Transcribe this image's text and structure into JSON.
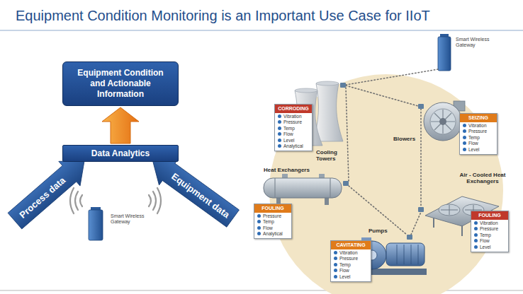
{
  "diagram": {
    "title": "Equipment Condition Monitoring is an Important Use Case for IIoT",
    "nodes": [
      {
        "text": [
          "Equipment Condition and Actionable Information"
        ]
      },
      {
        "text": [
          "Data Analytics"
        ]
      },
      {
        "text": [
          "Process data"
        ]
      },
      {
        "text": [
          "Equipment data"
        ]
      },
      {
        "text": [
          "CORRODING",
          "Vibration",
          "Pressure",
          "Temp",
          "Flow",
          "Level",
          "Analytical"
        ]
      },
      {
        "text": [
          "SEIZING",
          "Vibration",
          "Pressure",
          "Temp",
          "Flow",
          "Level"
        ]
      },
      {
        "text": [
          "FOULING",
          "Pressure",
          "Temp",
          "Flow",
          "Analytical"
        ]
      },
      {
        "text": [
          "CAVITATING",
          "Vibration",
          "Pressure",
          "Temp",
          "Flow",
          "Level"
        ]
      },
      {
        "text": [
          "FOULING",
          "Vibration",
          "Pressure",
          "Temp",
          "Flow",
          "Level"
        ]
      }
    ],
    "edges": [
      {
        "from": 1,
        "to": 0,
        "arrow": "to"
      }
    ],
    "labels": [
      "Smart Wireless Gateway",
      "Smart Wireless Gateway",
      "Cooling Towers",
      "Blowers",
      "Heat Exchangers",
      "Air - Cooled Heat Exchangers",
      "Pumps"
    ]
  }
}
